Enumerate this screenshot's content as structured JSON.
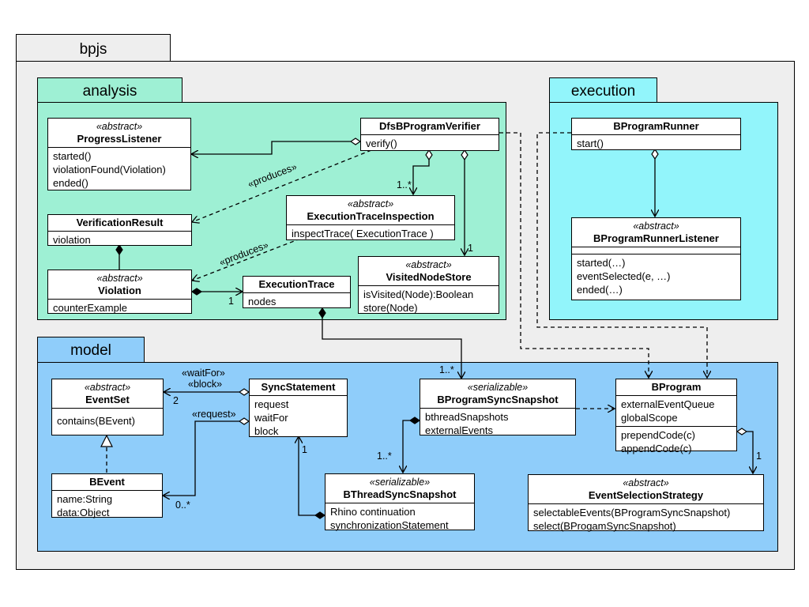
{
  "packages": {
    "bpjs": "bpjs",
    "analysis": "analysis",
    "execution": "execution",
    "model": "model"
  },
  "classes": {
    "progress_listener": {
      "stereotype": "«abstract»",
      "name": "ProgressListener",
      "operations": [
        "started()",
        "violationFound(Violation)",
        "ended()"
      ]
    },
    "dfs_verifier": {
      "name": "DfsBProgramVerifier",
      "operations": [
        "verify()"
      ]
    },
    "verification_result": {
      "name": "VerificationResult",
      "attributes": [
        "violation"
      ]
    },
    "execution_trace_inspection": {
      "stereotype": "«abstract»",
      "name": "ExecutionTraceInspection",
      "operations": [
        "inspectTrace( ExecutionTrace )"
      ]
    },
    "violation": {
      "stereotype": "«abstract»",
      "name": "Violation",
      "attributes": [
        "counterExample"
      ]
    },
    "execution_trace": {
      "name": "ExecutionTrace",
      "attributes": [
        "nodes"
      ]
    },
    "visited_node_store": {
      "stereotype": "«abstract»",
      "name": "VisitedNodeStore",
      "operations": [
        "isVisited(Node):Boolean",
        "store(Node)"
      ]
    },
    "bprogram_runner": {
      "name": "BProgramRunner",
      "operations": [
        "start()"
      ]
    },
    "bprogram_runner_listener": {
      "stereotype": "«abstract»",
      "name": "BProgramRunnerListener",
      "operations": [
        "started(…)",
        "eventSelected(e, …)",
        "ended(…)"
      ]
    },
    "event_set": {
      "stereotype": "«abstract»",
      "name": "EventSet",
      "operations": [
        "contains(BEvent)"
      ]
    },
    "sync_statement": {
      "name": "SyncStatement",
      "attributes": [
        "request",
        "waitFor",
        "block"
      ]
    },
    "bprogram_sync_snapshot": {
      "stereotype": "«serializable»",
      "name": "BProgramSyncSnapshot",
      "attributes": [
        "bthreadSnapshots",
        "externalEvents"
      ]
    },
    "bprogram": {
      "name": "BProgram",
      "attributes": [
        "externalEventQueue",
        "globalScope"
      ],
      "operations": [
        "prependCode(c)",
        "appendCode(c)"
      ]
    },
    "bevent": {
      "name": "BEvent",
      "attributes": [
        "name:String",
        "data:Object"
      ]
    },
    "bthread_sync_snapshot": {
      "stereotype": "«serializable»",
      "name": "BThreadSyncSnapshot",
      "attributes": [
        "Rhino continuation",
        "synchronizationStatement"
      ]
    },
    "event_selection_strategy": {
      "stereotype": "«abstract»",
      "name": "EventSelectionStrategy",
      "operations": [
        "selectableEvents(BProgramSyncSnapshot)",
        "select(BProgamSyncSnapshot)"
      ]
    }
  },
  "labels": {
    "produces_1": "«produces»",
    "produces_2": "«produces»",
    "mult_inspections": "1..*",
    "mult_store": "1",
    "mult_trace": "1",
    "mult_snapshot": "1..*",
    "wait_for": "«waitFor»",
    "block": "«block»",
    "mult_eventset": "2",
    "request": "«request»",
    "mult_bevent": "0..*",
    "mult_sync": "1",
    "mult_bthreads": "1..*",
    "mult_strategy": "1"
  }
}
